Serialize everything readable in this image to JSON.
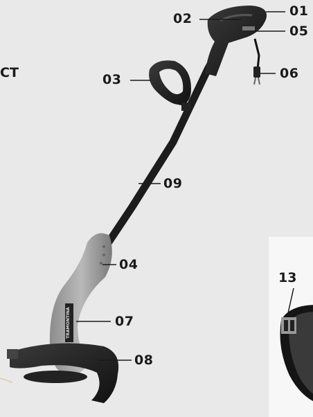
{
  "fragment_text": "CT",
  "callouts": {
    "c01": "01",
    "c02": "02",
    "c03": "03",
    "c04": "04",
    "c05": "05",
    "c06": "06",
    "c07": "07",
    "c08": "08",
    "c09": "09",
    "c13": "13"
  },
  "brand_text": "TRAMONTINA"
}
